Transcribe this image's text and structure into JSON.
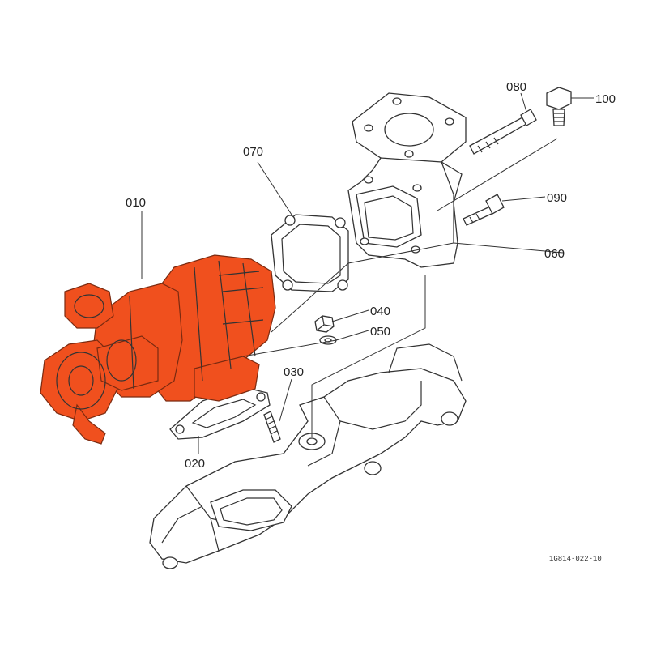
{
  "diagram": {
    "drawing_code": "1G814-022-10",
    "highlight_color": "#f0501e",
    "line_color": "#333333",
    "parts": [
      {
        "id": "010",
        "name": "turbocharger"
      },
      {
        "id": "020",
        "name": "gasket"
      },
      {
        "id": "030",
        "name": "stud"
      },
      {
        "id": "040",
        "name": "nut"
      },
      {
        "id": "050",
        "name": "washer"
      },
      {
        "id": "060",
        "name": "elbow"
      },
      {
        "id": "070",
        "name": "gasket"
      },
      {
        "id": "080",
        "name": "bolt"
      },
      {
        "id": "090",
        "name": "bolt"
      },
      {
        "id": "100",
        "name": "plug"
      }
    ]
  }
}
